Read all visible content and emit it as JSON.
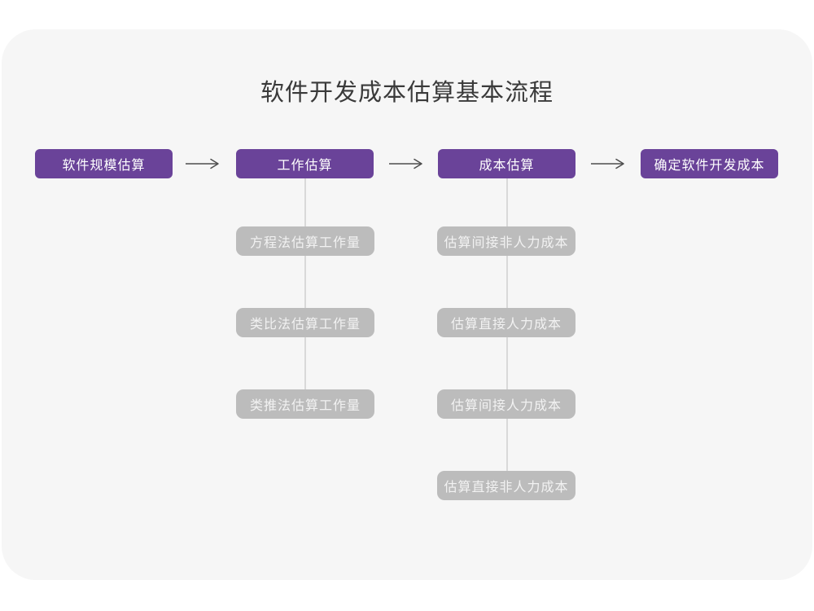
{
  "page": {
    "title": "软件开发成本估算基本流程"
  },
  "colors": {
    "canvas_bg": "#ffffff",
    "card_bg": "#f6f6f6",
    "main_box_bg": "#6a4399",
    "main_box_text": "#ffffff",
    "sub_box_bg": "#bcbcbc",
    "sub_box_text": "#f2f2f2",
    "arrow": "#4d4d4d",
    "connector_line": "#d9d9d9",
    "title_text": "#3a3a3a"
  },
  "flow": {
    "main_steps": [
      {
        "label": "软件规模估算"
      },
      {
        "label": "工作估算"
      },
      {
        "label": "成本估算"
      },
      {
        "label": "确定软件开发成本"
      }
    ],
    "work_estimation_methods": [
      "方程法估算工作量",
      "类比法估算工作量",
      "类推法估算工作量"
    ],
    "cost_estimation_methods": [
      "估算间接非人力成本",
      "估算直接人力成本",
      "估算间接人力成本",
      "估算直接非人力成本"
    ]
  }
}
